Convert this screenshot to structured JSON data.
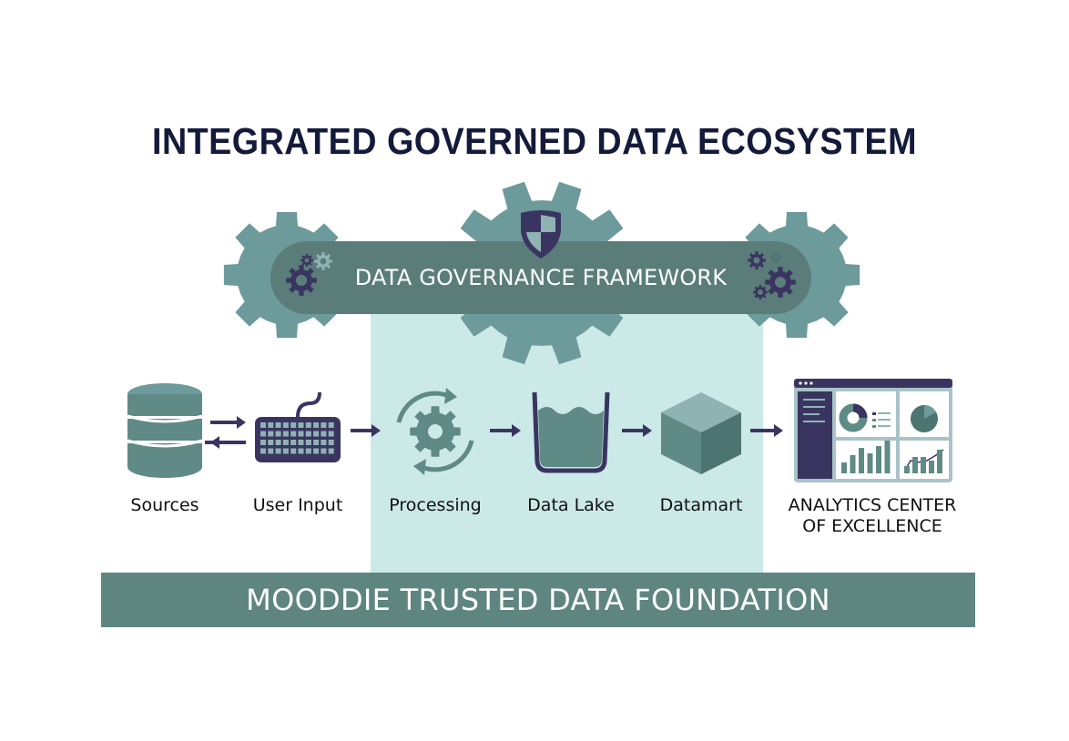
{
  "title": "INTEGRATED GOVERNED DATA ECOSYSTEM",
  "governance": {
    "label": "DATA GOVERNANCE FRAMEWORK",
    "icon": "shield-icon"
  },
  "stages": [
    {
      "label": "Sources",
      "icon": "database-icon"
    },
    {
      "label": "User Input",
      "icon": "keyboard-icon"
    },
    {
      "label": "Processing",
      "icon": "gear-cycle-icon"
    },
    {
      "label": "Data Lake",
      "icon": "lake-icon"
    },
    {
      "label": "Datamart",
      "icon": "cube-icon"
    },
    {
      "label": "ANALYTICS CENTER",
      "label2": "OF EXCELLENCE",
      "icon": "dashboard-icon"
    }
  ],
  "foundation": {
    "label": "MOODDIE TRUSTED DATA FOUNDATION"
  },
  "colors": {
    "navy": "#141a3a",
    "teal": "#6d9a9b",
    "dark_teal": "#5a7d79",
    "light": "#cbe9e7",
    "icon_navy": "#3a3560"
  }
}
